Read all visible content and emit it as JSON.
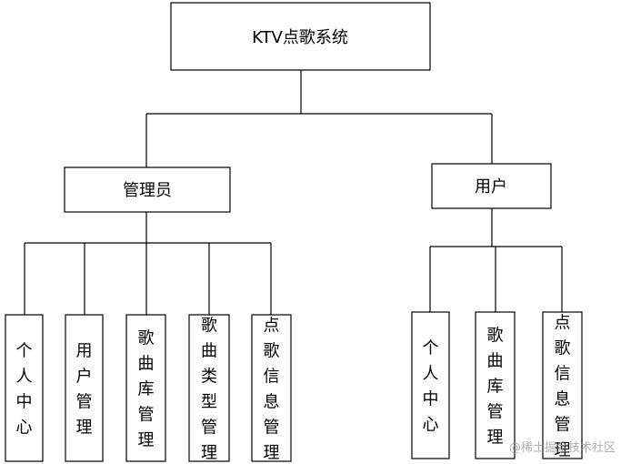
{
  "diagram": {
    "root": {
      "label": "KTV点歌系统"
    },
    "admin": {
      "label": "管理员",
      "children": [
        "个人中心",
        "用户管理",
        "歌曲库管理",
        "歌曲类型管理",
        "点歌信息管理"
      ]
    },
    "user": {
      "label": "用户",
      "children": [
        "个人中心",
        "歌曲库管理",
        "点歌信息管理"
      ]
    }
  },
  "watermark": "@稀土掘金技术社区",
  "colors": {
    "stroke": "#000000",
    "fill": "#ffffff",
    "watermark": "#969696"
  }
}
